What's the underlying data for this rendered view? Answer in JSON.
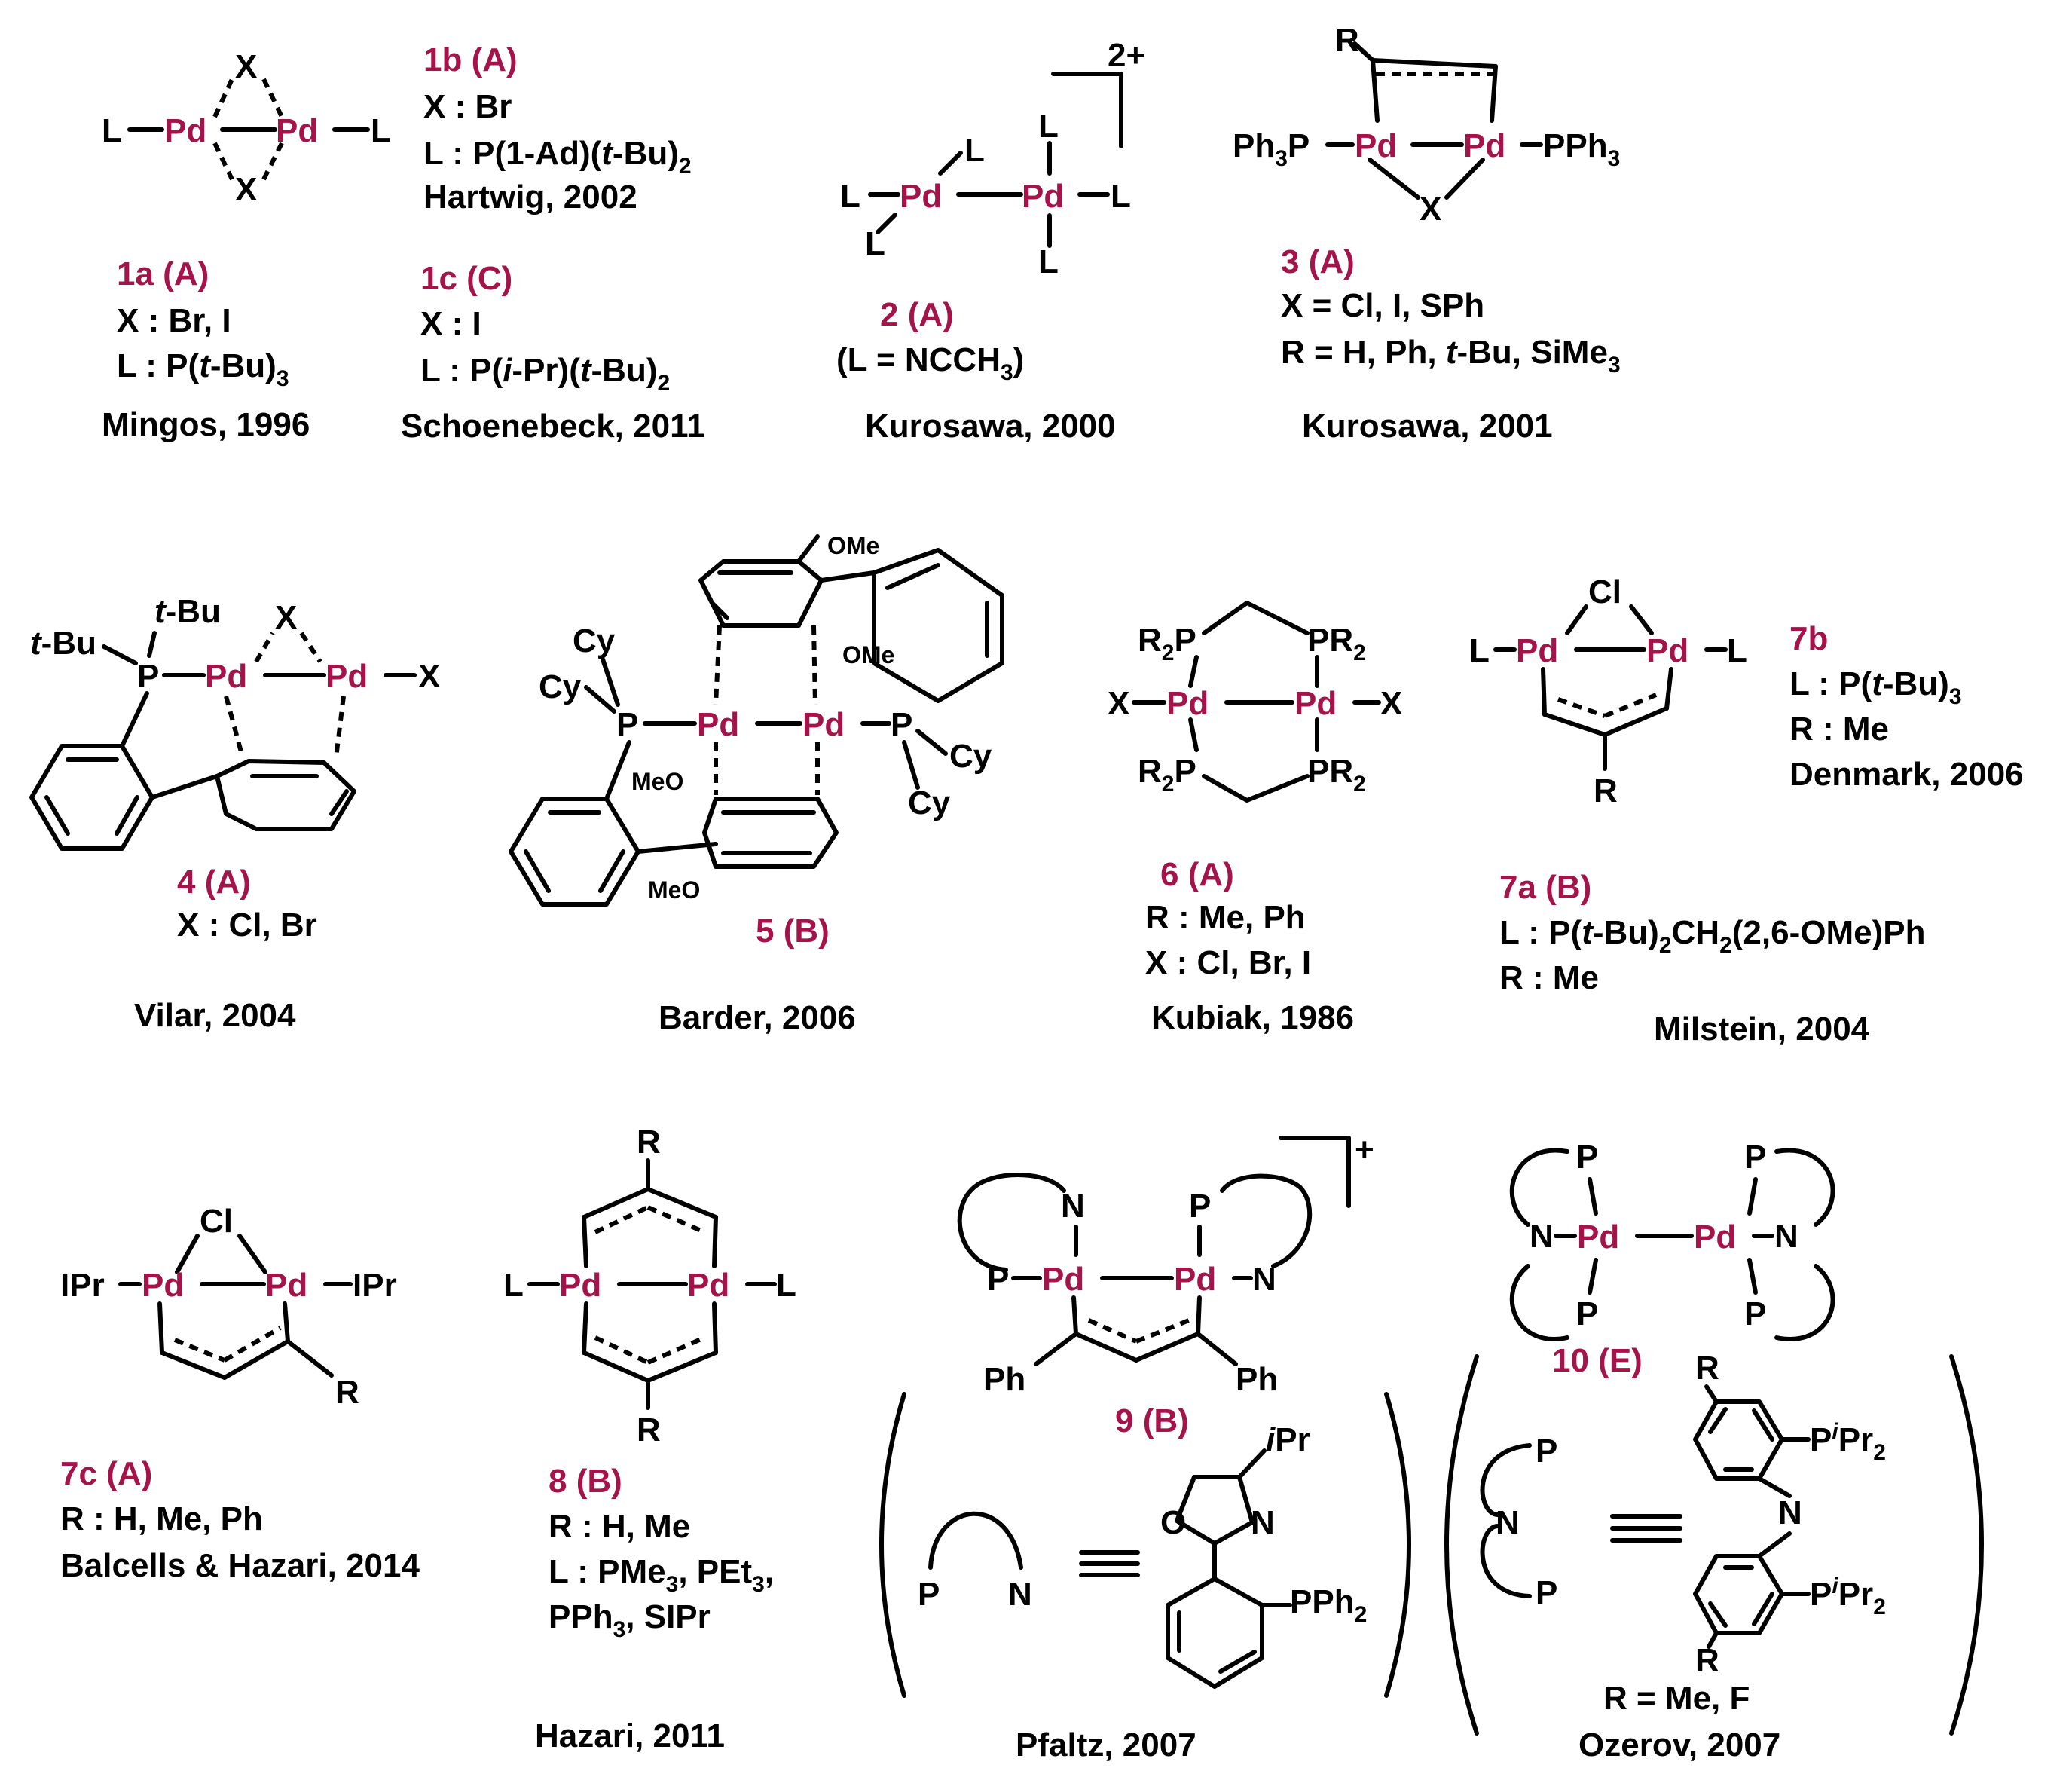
{
  "atoms": {
    "pd": "Pd",
    "l": "L",
    "x": "X",
    "p": "P",
    "n": "N",
    "r": "R",
    "cl": "Cl",
    "ipr": "IPr"
  },
  "c1": {
    "label_b": "1b (A)",
    "b_x": "X : Br",
    "b_l": "L : P(1-Ad)(t-Bu)2",
    "b_ref": "Hartwig, 2002",
    "label_a": "1a (A)",
    "a_x": "X : Br, I",
    "a_l": "L : P(t-Bu)3",
    "a_ref": "Mingos, 1996",
    "label_c": "1c (C)",
    "c_x": "X : I",
    "c_l": "L : P(i-Pr)(t-Bu)2",
    "c_ref": "Schoenebeck, 2011"
  },
  "c2": {
    "charge": "2+",
    "label": "2 (A)",
    "l": "(L = NCCH3)",
    "ref": "Kurosawa, 2000"
  },
  "c3": {
    "ph3p": "Ph3P",
    "pph3": "PPh3",
    "label": "3 (A)",
    "x": "X = Cl, I, SPh",
    "r": "R = H, Ph, t-Bu, SiMe3",
    "ref": "Kurosawa, 2001"
  },
  "c4": {
    "tbu": "t-Bu",
    "label": "4 (A)",
    "x": "X : Cl, Br",
    "ref": "Vilar, 2004"
  },
  "c5": {
    "ome": "OMe",
    "meo": "MeO",
    "cy": "Cy",
    "label": "5 (B)",
    "ref": "Barder, 2006"
  },
  "c6": {
    "r2p": "R2P",
    "pr2": "PR2",
    "label": "6 (A)",
    "r": "R : Me, Ph",
    "x": "X : Cl, Br, I",
    "ref": "Kubiak, 1986"
  },
  "c7": {
    "label_b": "7b",
    "b_l": "L : P(t-Bu)3",
    "b_r": "R : Me",
    "b_ref": "Denmark, 2006",
    "label_a": "7a (B)",
    "a_l": "L : P(t-Bu)2CH2(2,6-OMe)Ph",
    "a_r": "R : Me",
    "a_ref": "Milstein, 2004",
    "label_c": "7c (A)",
    "c_r": "R : H, Me, Ph",
    "c_ref": "Balcells & Hazari, 2014"
  },
  "c8": {
    "label": "8 (B)",
    "r": "R : H, Me",
    "l1": "L : PMe3, PEt3,",
    "l2": "PPh3, SIPr",
    "ref": "Hazari, 2011"
  },
  "c9": {
    "charge": "+",
    "ph": "Ph",
    "label": "9 (B)",
    "ipr": "iPr",
    "o": "O",
    "pph2": "PPh2",
    "ref": "Pfaltz, 2007"
  },
  "c10": {
    "label": "10 (E)",
    "pipr2": "PiPr2",
    "r_def": "R = Me, F",
    "ref": "Ozerov, 2007"
  }
}
